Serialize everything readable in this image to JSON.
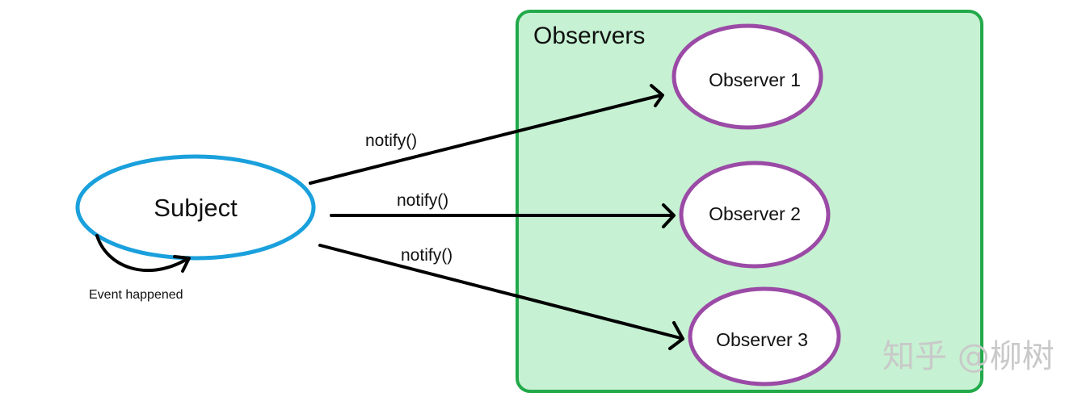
{
  "observers_group": {
    "title": "Observers",
    "fill": "#c6f1d2",
    "stroke": "#22a94a"
  },
  "subject": {
    "label": "Subject",
    "stroke": "#1aa0dc"
  },
  "self_loop": {
    "label": "Event happened"
  },
  "observers": [
    {
      "label": "Observer 1"
    },
    {
      "label": "Observer 2"
    },
    {
      "label": "Observer 3"
    }
  ],
  "observer_stroke": "#9b4aa6",
  "notifications": [
    {
      "label": "notify()"
    },
    {
      "label": "notify()"
    },
    {
      "label": "notify()"
    }
  ],
  "watermark": {
    "text": "知乎 @柳树"
  }
}
